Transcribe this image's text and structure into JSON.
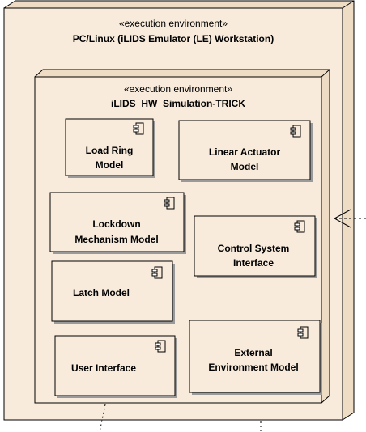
{
  "outer_node": {
    "stereotype": "«execution environment»",
    "name": "PC/Linux (iLIDS Emulator (LE) Workstation)"
  },
  "inner_node": {
    "stereotype": "«execution environment»",
    "name": "iLIDS_HW_Simulation-TRICK"
  },
  "components": [
    {
      "id": "load-ring",
      "lines": [
        "Load Ring",
        "Model"
      ]
    },
    {
      "id": "linear-actuator",
      "lines": [
        "Linear Actuator",
        "Model"
      ]
    },
    {
      "id": "lockdown",
      "lines": [
        "Lockdown",
        "Mechanism Model"
      ]
    },
    {
      "id": "control-system",
      "lines": [
        "Control System",
        "Interface"
      ]
    },
    {
      "id": "latch",
      "lines": [
        "Latch Model"
      ]
    },
    {
      "id": "user-interface",
      "lines": [
        "User Interface"
      ]
    },
    {
      "id": "external-environment",
      "lines": [
        "External",
        "Environment Model"
      ]
    }
  ],
  "colors": {
    "node_fill": "#f8ebdc",
    "node_side": "#efdcc4",
    "line": "#000000"
  }
}
